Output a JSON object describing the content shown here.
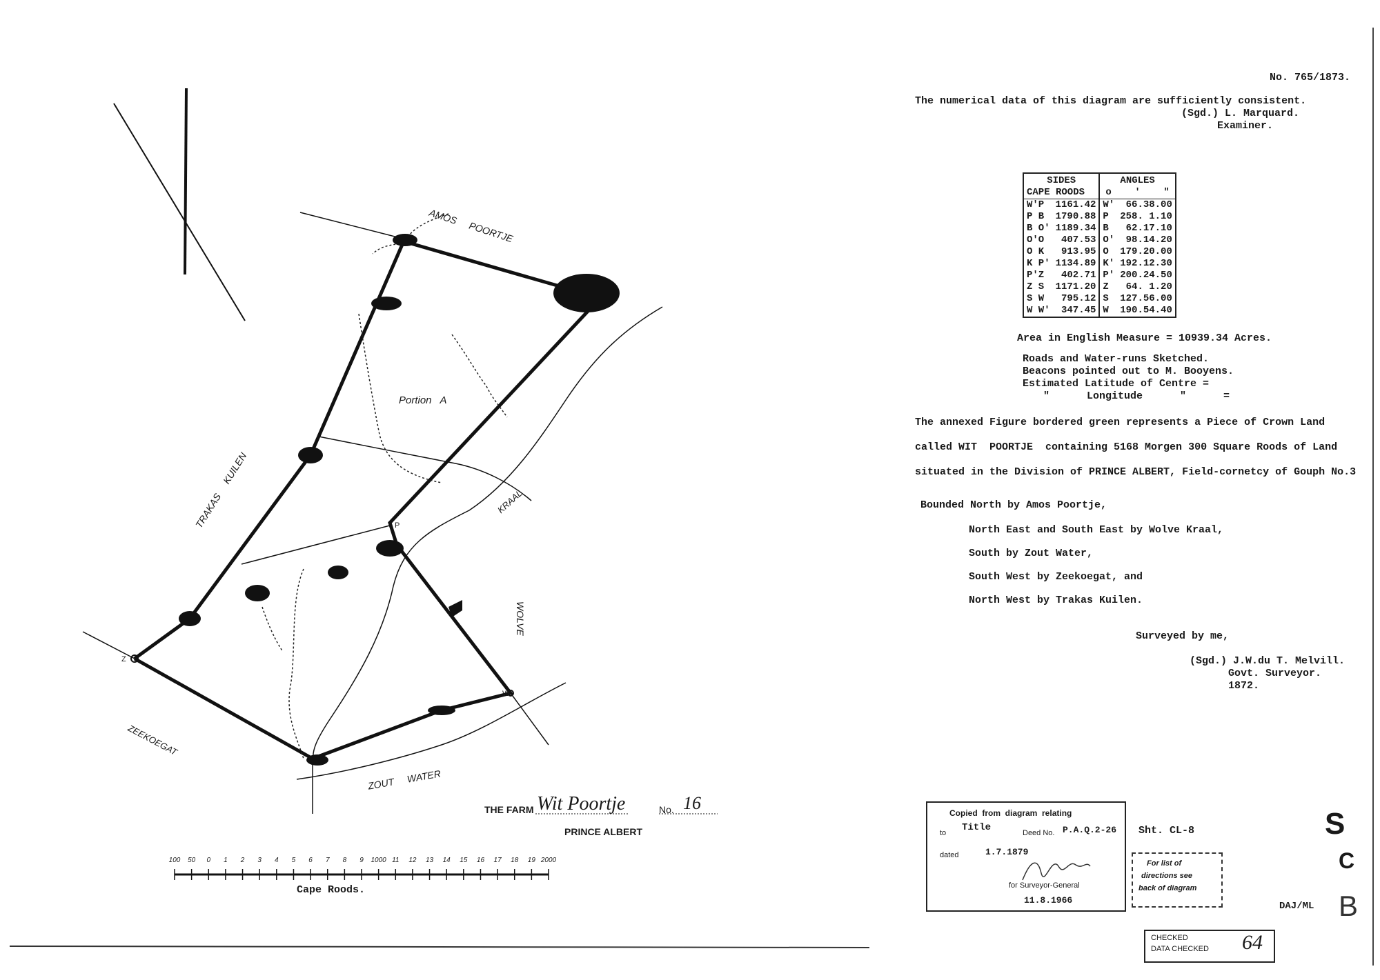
{
  "diagram_no": "No. 765/1873.",
  "examiner": {
    "statement": "The numerical data of this diagram are sufficiently consistent.",
    "signature": "(Sgd.) L. Marquard.",
    "title": "Examiner."
  },
  "table": {
    "header_sides": "SIDES",
    "header_units": "CAPE ROODS",
    "header_angles": "ANGLES",
    "header_angle_units": "o    '    \"",
    "rows": [
      {
        "side": "W'P",
        "length": "1161.42",
        "pt": "W'",
        "angle": "66.38.00"
      },
      {
        "side": "P B",
        "length": "1790.88",
        "pt": "P",
        "angle": "258. 1.10"
      },
      {
        "side": "B O'",
        "length": "1189.34",
        "pt": "B",
        "angle": "62.17.10"
      },
      {
        "side": "O'O",
        "length": "407.53",
        "pt": "O'",
        "angle": "98.14.20"
      },
      {
        "side": "O K",
        "length": "913.95",
        "pt": "O",
        "angle": "179.20.00"
      },
      {
        "side": "K P'",
        "length": "1134.89",
        "pt": "K'",
        "angle": "192.12.30"
      },
      {
        "side": "P'Z",
        "length": "402.71",
        "pt": "P'",
        "angle": "200.24.50"
      },
      {
        "side": "Z S",
        "length": "1171.20",
        "pt": "Z",
        "angle": "64. 1.20"
      },
      {
        "side": "S W",
        "length": "795.12",
        "pt": "S",
        "angle": "127.56.00"
      },
      {
        "side": "W W'",
        "length": "347.45",
        "pt": "W",
        "angle": "190.54.40"
      }
    ]
  },
  "area": "Area in English Measure = 10939.34 Acres.",
  "notes": [
    "Roads and Water-runs Sketched.",
    "Beacons pointed out to M. Booyens.",
    "Estimated Latitude of Centre =",
    "\"      Longitude      \"      ="
  ],
  "description": [
    "The annexed Figure bordered green represents a Piece of Crown Land",
    "called WIT  POORTJE  containing 5168 Morgen 300 Square Roods of Land",
    "situated in the Division of PRINCE ALBERT, Field-cornetcy of Gouph No.3"
  ],
  "bounded": [
    "Bounded North by Amos Poortje,",
    "North East and South East by Wolve Kraal,",
    "South by Zout Water,",
    "South West by Zeekoegat, and",
    "North West by Trakas Kuilen."
  ],
  "surveyor": {
    "intro": "Surveyed by me,",
    "signature": "(Sgd.) J.W.du T. Melvill.",
    "title": "Govt. Surveyor.",
    "year": "1872."
  },
  "map_labels": {
    "north": "AMOS     POORTJE",
    "northwest": "TRAKAS     KUILEN",
    "portion": "Portion   A",
    "east1": "KRAAL",
    "east2": "WOLVE",
    "southwest": "ZEEKOEGAT",
    "south": "ZOUT     WATER",
    "pt_z": "Z",
    "pt_p": "P",
    "pt_w": "W'"
  },
  "farm": {
    "prefix": "THE FARM",
    "name": "Wit Poortje",
    "no_label": "No.",
    "number": "16",
    "division": "PRINCE ALBERT"
  },
  "scale": {
    "ticks": [
      "100",
      "50",
      "0",
      "1",
      "2",
      "3",
      "4",
      "5",
      "6",
      "7",
      "8",
      "9",
      "1000",
      "11",
      "12",
      "13",
      "14",
      "15",
      "16",
      "17",
      "18",
      "19",
      "2000"
    ],
    "label": "Cape Roods."
  },
  "copy_stamp": {
    "heading": "Copied  from  diagram  relating",
    "to_label": "to",
    "to_value": "Title",
    "deed_label": "Deed No.",
    "deed_value": "P.A.Q.2-26",
    "dated_label": "dated",
    "dated_value": "1.7.1879",
    "for_label": "for Surveyor-General",
    "date_signed": "11.8.1966"
  },
  "sheet_ref": "Sht. CL-8",
  "directions_stamp": [
    "For list of",
    "directions see",
    "back of diagram"
  ],
  "side_marks": [
    "S",
    "C",
    "B"
  ],
  "initials": "DAJ/ML",
  "checked_stamp": {
    "line1": "CHECKED",
    "line2": "DATA CHECKED",
    "mark": "64"
  }
}
